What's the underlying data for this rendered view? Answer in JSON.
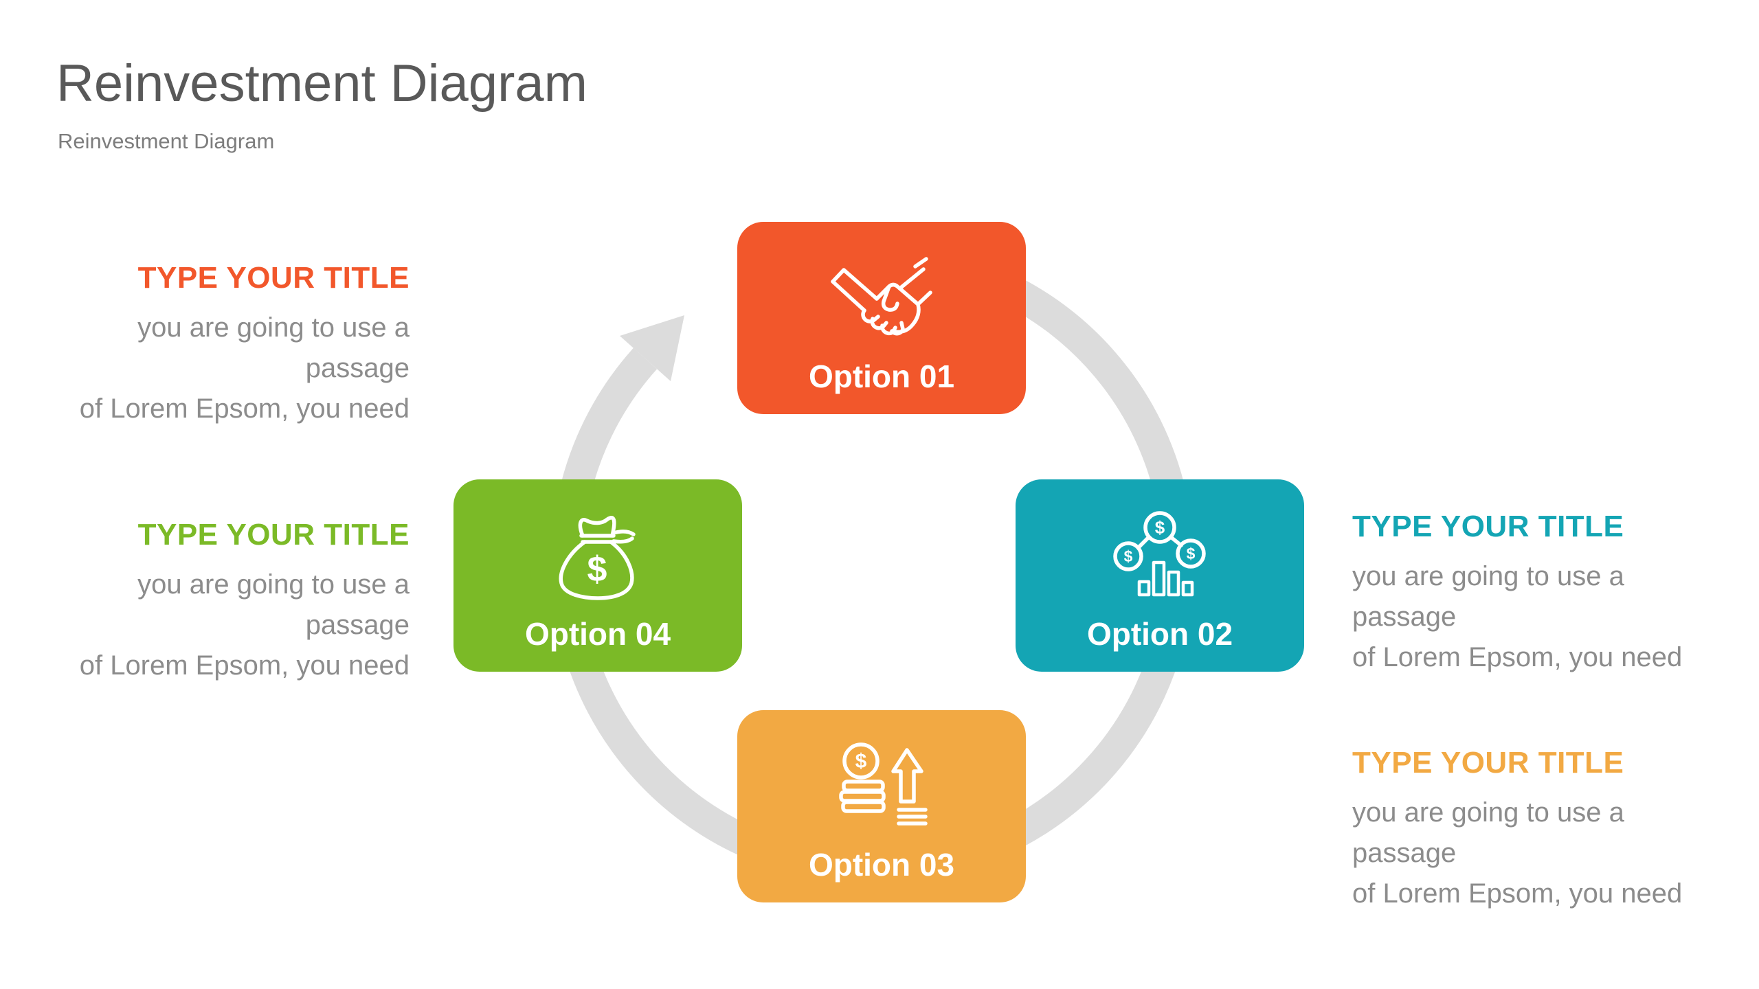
{
  "header": {
    "title": "Reinvestment Diagram",
    "subtitle": "Reinvestment Diagram"
  },
  "ring": {
    "color": "#dcdcdc",
    "direction": "clockwise"
  },
  "options": [
    {
      "label": "Option 01",
      "color": "#f2572b",
      "icon": "handshake-icon"
    },
    {
      "label": "Option 02",
      "color": "#14a5b4",
      "icon": "dollar-network-icon"
    },
    {
      "label": "Option 03",
      "color": "#f2a943",
      "icon": "coins-growth-icon"
    },
    {
      "label": "Option 04",
      "color": "#7bba27",
      "icon": "money-bag-icon"
    }
  ],
  "callouts": [
    {
      "title": "TYPE YOUR TITLE",
      "color": "#f2572b",
      "body_line1": "you are going to use a passage",
      "body_line2": "of Lorem Epsom, you need"
    },
    {
      "title": "TYPE YOUR TITLE",
      "color": "#7bba27",
      "body_line1": "you are going to use a passage",
      "body_line2": "of Lorem Epsom, you need"
    },
    {
      "title": "TYPE YOUR TITLE",
      "color": "#14a5b4",
      "body_line1": "you are going to use a passage",
      "body_line2": "of Lorem Epsom, you need"
    },
    {
      "title": "TYPE YOUR TITLE",
      "color": "#f2a943",
      "body_line1": "you are going to use a passage",
      "body_line2": "of Lorem Epsom, you need"
    }
  ]
}
